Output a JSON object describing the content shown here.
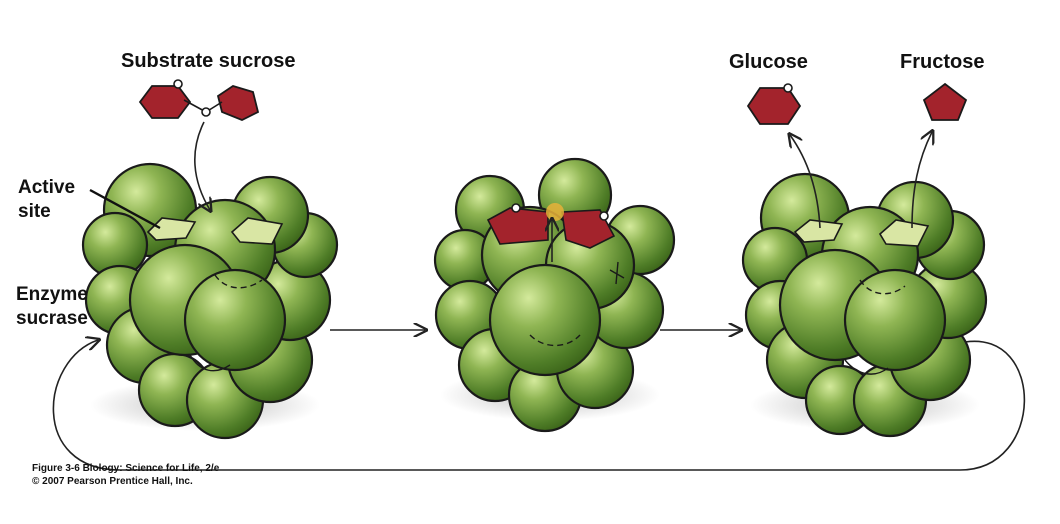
{
  "labels": {
    "substrate": "Substrate sucrose",
    "active_site_line1": "Active",
    "active_site_line2": "site",
    "enzyme_line1": "Enzyme",
    "enzyme_line2": "sucrase",
    "glucose": "Glucose",
    "fructose": "Fructose"
  },
  "credit": {
    "line1": "Figure 3-6  Biology: Science for Life, 2/e",
    "line2": "© 2007 Pearson Prentice Hall, Inc."
  },
  "colors": {
    "enzyme_green": "#6f9a3c",
    "enzyme_light": "#a9cc6e",
    "enzyme_dark": "#3f6a1e",
    "sugar_red": "#a3232c",
    "active_site_fill": "#d9e6a4",
    "outline": "#1a1a1a"
  },
  "icons": {
    "enzyme": "enzyme-blob",
    "glucose": "hexagon-sugar",
    "fructose": "pentagon-sugar"
  }
}
